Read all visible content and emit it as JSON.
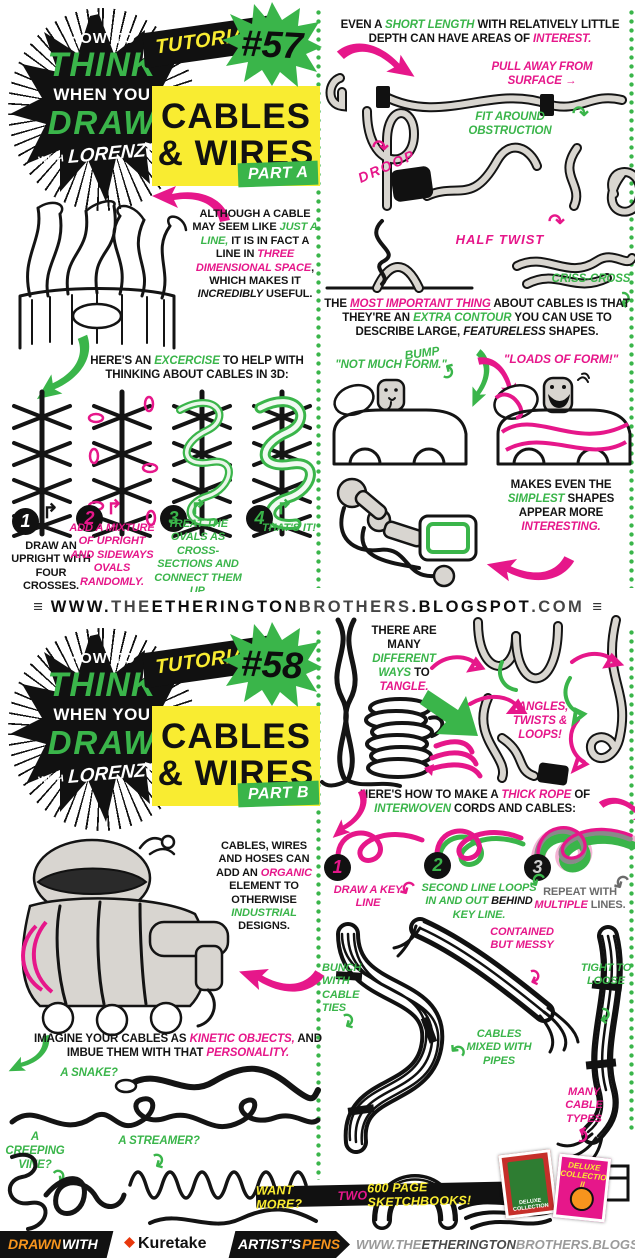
{
  "colors": {
    "green": "#3ab54a",
    "pink": "#e6178a",
    "yellow": "#f9ec31",
    "ink": "#141414",
    "footer_orange": "#f7941d"
  },
  "icons": {
    "curl_cw": "↷",
    "curl_ccw": "↶",
    "arrow_right": "→",
    "arrow_up_curl": "↱"
  },
  "site_banner": {
    "end_glyph": "≡",
    "segments": [
      {
        "t": "WWW.",
        "s": "dk"
      },
      {
        "t": "THE",
        "s": "lt"
      },
      {
        "t": "ETHERINGTON",
        "s": "dk"
      },
      {
        "t": "BROTHERS",
        "s": "lt"
      },
      {
        "t": ".BLOGSPOT",
        "s": "dk"
      },
      {
        "t": ".COM",
        "s": "lt"
      }
    ]
  },
  "panel57": {
    "logo": {
      "l1": "HOW TO",
      "l2": "THINK",
      "l3": "WHEN YOU",
      "l4": "DRAW",
      "l5": "WITH",
      "l6": "LORENZO!"
    },
    "flag": "TUTORIAL",
    "number": "#57",
    "title1": "CABLES",
    "title2": "& WIRES",
    "part": "PART A",
    "intro": [
      {
        "t": "ALTHOUGH A CABLE MAY SEEM LIKE ",
        "s": "k"
      },
      {
        "t": "JUST A LINE,",
        "s": "g"
      },
      {
        "t": " IT IS IN FACT A LINE IN ",
        "s": "k"
      },
      {
        "t": "THREE DIMENSIONAL SPACE",
        "s": "p"
      },
      {
        "t": ", WHICH MAKES IT ",
        "s": "k"
      },
      {
        "t": "INCREDIBLY",
        "s": "b"
      },
      {
        "t": " USEFUL.",
        "s": "k"
      }
    ],
    "exercise_heading": [
      {
        "t": "HERE'S AN ",
        "s": "k"
      },
      {
        "t": "EXCERCISE",
        "s": "g"
      },
      {
        "t": " TO HELP WITH THINKING ABOUT CABLES IN 3D:",
        "s": "k"
      }
    ],
    "steps": [
      {
        "num": "1",
        "caption": [
          {
            "t": "DRAW AN UPRIGHT WITH FOUR CROSSES.",
            "s": "k"
          }
        ]
      },
      {
        "num": "2",
        "caption": [
          {
            "t": "ADD A MIXTURE OF UPRIGHT AND SIDEWAYS OVALS RANDOMLY.",
            "s": "p"
          }
        ]
      },
      {
        "num": "3",
        "caption": [
          {
            "t": "TREAT THE OVALS AS CROSS-SECTIONS AND CONNECT THEM UP.",
            "s": "g"
          }
        ]
      },
      {
        "num": "4",
        "caption": [
          {
            "t": "THAT'S IT!",
            "s": "g"
          }
        ]
      }
    ],
    "right": {
      "heading": [
        {
          "t": "EVEN A ",
          "s": "k"
        },
        {
          "t": "SHORT LENGTH",
          "s": "g"
        },
        {
          "t": " WITH RELATIVELY LITTLE DEPTH CAN HAVE AREAS OF ",
          "s": "k"
        },
        {
          "t": "INTEREST.",
          "s": "p"
        }
      ],
      "label_pull": "PULL AWAY FROM SURFACE",
      "label_fit": "FIT AROUND OBSTRUCTION",
      "label_droop": "DROOP",
      "label_half": "HALF TWIST",
      "label_criss": "CRISS-CROSS",
      "label_bump": "BUMP",
      "important": [
        {
          "t": "THE ",
          "s": "k"
        },
        {
          "t": "MOST IMPORTANT THING",
          "s": "pu"
        },
        {
          "t": " ABOUT CABLES IS THAT THEY'RE AN ",
          "s": "k"
        },
        {
          "t": "EXTRA CONTOUR",
          "s": "g"
        },
        {
          "t": " YOU CAN USE TO DESCRIBE LARGE, ",
          "s": "k"
        },
        {
          "t": "FEATURELESS",
          "s": "b"
        },
        {
          "t": " SHAPES.",
          "s": "k"
        }
      ],
      "quote_left": "\"NOT MUCH FORM.\"",
      "quote_right": "\"LOADS OF FORM!\"",
      "closing": [
        {
          "t": "MAKES EVEN THE ",
          "s": "k"
        },
        {
          "t": "SIMPLEST",
          "s": "g"
        },
        {
          "t": " SHAPES APPEAR MORE ",
          "s": "k"
        },
        {
          "t": "INTERESTING.",
          "s": "p"
        }
      ]
    }
  },
  "panel58": {
    "logo": {
      "l1": "HOW TO",
      "l2": "THINK",
      "l3": "WHEN YOU",
      "l4": "DRAW",
      "l5": "WITH",
      "l6": "LORENZO!"
    },
    "flag": "TUTORIAL",
    "number": "#58",
    "title1": "CABLES",
    "title2": "& WIRES",
    "part": "PART B",
    "organic": [
      {
        "t": "CABLES, WIRES AND HOSES CAN ADD AN ",
        "s": "k"
      },
      {
        "t": "ORGANIC",
        "s": "p"
      },
      {
        "t": " ELEMENT TO OTHERWISE ",
        "s": "k"
      },
      {
        "t": "INDUSTRIAL",
        "s": "g"
      },
      {
        "t": " DESIGNS.",
        "s": "k"
      }
    ],
    "kinetic": [
      {
        "t": "IMAGINE YOUR CABLES AS ",
        "s": "k"
      },
      {
        "t": "KINETIC OBJECTS,",
        "s": "p"
      },
      {
        "t": " AND IMBUE THEM WITH THAT ",
        "s": "k"
      },
      {
        "t": "PERSONALITY.",
        "s": "p"
      }
    ],
    "label_snake": "A SNAKE?",
    "label_vine": "A CREEPING VINE?",
    "label_streamer": "A STREAMER?",
    "right": {
      "tangle": [
        {
          "t": "THERE ARE MANY ",
          "s": "k"
        },
        {
          "t": "DIFFERENT WAYS",
          "s": "g"
        },
        {
          "t": " TO ",
          "s": "k"
        },
        {
          "t": "TANGLE.",
          "s": "p"
        }
      ],
      "label_tangles": "TANGLES, TWISTS & LOOPS!",
      "rope_heading": [
        {
          "t": "HERE'S HOW TO MAKE A ",
          "s": "k"
        },
        {
          "t": "THICK ROPE",
          "s": "p"
        },
        {
          "t": " OF ",
          "s": "k"
        },
        {
          "t": "INTERWOVEN",
          "s": "g"
        },
        {
          "t": " CORDS AND CABLES:",
          "s": "k"
        }
      ],
      "steps": [
        {
          "num": "1",
          "caption": [
            {
              "t": "DRAW A KEY LINE",
              "s": "p"
            }
          ]
        },
        {
          "num": "2",
          "caption": [
            {
              "t": "SECOND LINE LOOPS IN AND OUT ",
              "s": "g"
            },
            {
              "t": "BEHIND",
              "s": "b"
            },
            {
              "t": " KEY LINE.",
              "s": "g"
            }
          ]
        },
        {
          "num": "3",
          "caption": [
            {
              "t": "REPEAT WITH ",
              "s": "gy"
            },
            {
              "t": "MULTIPLE",
              "s": "p"
            },
            {
              "t": " LINES.",
              "s": "gy"
            }
          ]
        }
      ],
      "label_bunch": "BUNCH WITH CABLE TIES",
      "label_contained": "CONTAINED BUT MESSY",
      "label_tight": "TIGHT TO LOOSE",
      "label_mixed": "CABLES MIXED WITH PIPES",
      "label_many": "MANY CABLE TYPES",
      "want_more": [
        {
          "t": "WANT MORE? ",
          "s": "y"
        },
        {
          "t": "TWO",
          "s": "pk"
        },
        {
          "t": " 600 PAGE SKETCHBOOKS!",
          "s": "y"
        }
      ],
      "book1": "DELUXE COLLECTION",
      "book2": "DELUXE COLLECTION II"
    }
  },
  "footer": {
    "drawn": "DRAWN",
    "with": "WITH",
    "brand": "Kuretake",
    "artists": "ARTIST'S",
    "pens": "PENS",
    "url": [
      {
        "t": "WWW.THE",
        "s": "flt"
      },
      {
        "t": "ETHERINGTON",
        "s": "fdk"
      },
      {
        "t": "BROTHERS.BLOGSPOT.CO.UK",
        "s": "flt"
      }
    ]
  }
}
